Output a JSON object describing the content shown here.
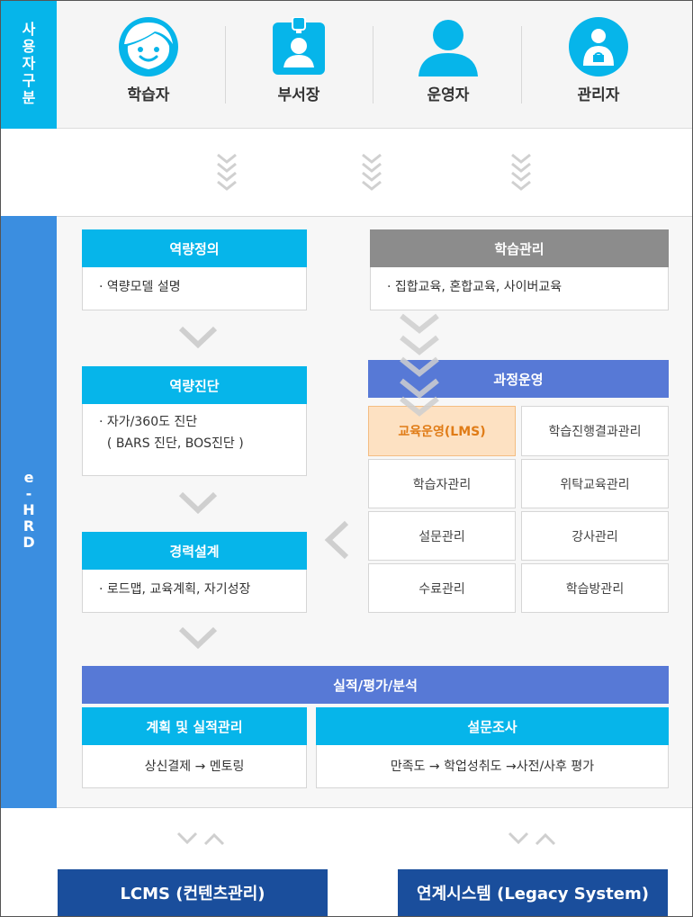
{
  "user_section": {
    "side_label": [
      "사",
      "용",
      "자",
      "구",
      "분"
    ],
    "users": [
      {
        "label": "학습자",
        "icon": "learner-icon"
      },
      {
        "label": "부서장",
        "icon": "manager-badge-icon"
      },
      {
        "label": "운영자",
        "icon": "operator-icon"
      },
      {
        "label": "관리자",
        "icon": "admin-icon"
      }
    ]
  },
  "hrd": {
    "side_label": [
      "e",
      "-",
      "H",
      "R",
      "D"
    ],
    "competency_def": {
      "title": "역량정의",
      "body": "· 역량모델 설명"
    },
    "competency_diag": {
      "title": "역량진단",
      "body_lines": [
        "· 자가/360도 진단",
        "  ( BARS 진단, BOS진단 )"
      ]
    },
    "career": {
      "title": "경력설계",
      "body": "· 로드맵, 교육계획, 자기성장"
    },
    "learning_mgmt": {
      "title": "학습관리",
      "body": "· 집합교육, 혼합교육, 사이버교육"
    },
    "course_ops": {
      "title": "과정운영",
      "cells": [
        "교육운영(LMS)",
        "학습진행결과관리",
        "학습자관리",
        "위탁교육관리",
        "설문관리",
        "강사관리",
        "수료관리",
        "학습방관리"
      ]
    },
    "performance": {
      "title": "실적/평가/분석"
    },
    "plan": {
      "title": "계획 및 실적관리",
      "body": "상신결제 → 멘토링"
    },
    "survey": {
      "title": "설문조사",
      "body": "만족도 → 학업성취도 →사전/사후 평가"
    }
  },
  "bottom": {
    "lcms": "LCMS (컨텐츠관리)",
    "legacy": "연계시스템 (Legacy System)"
  },
  "colors": {
    "cyan": "#06b5ea",
    "side_blue": "#3b8ee0",
    "gray_header": "#8c8c8c",
    "indigo": "#5779d6",
    "highlight_bg": "#fde1c2",
    "highlight_text": "#e07c17",
    "navy": "#1a4e9c"
  }
}
